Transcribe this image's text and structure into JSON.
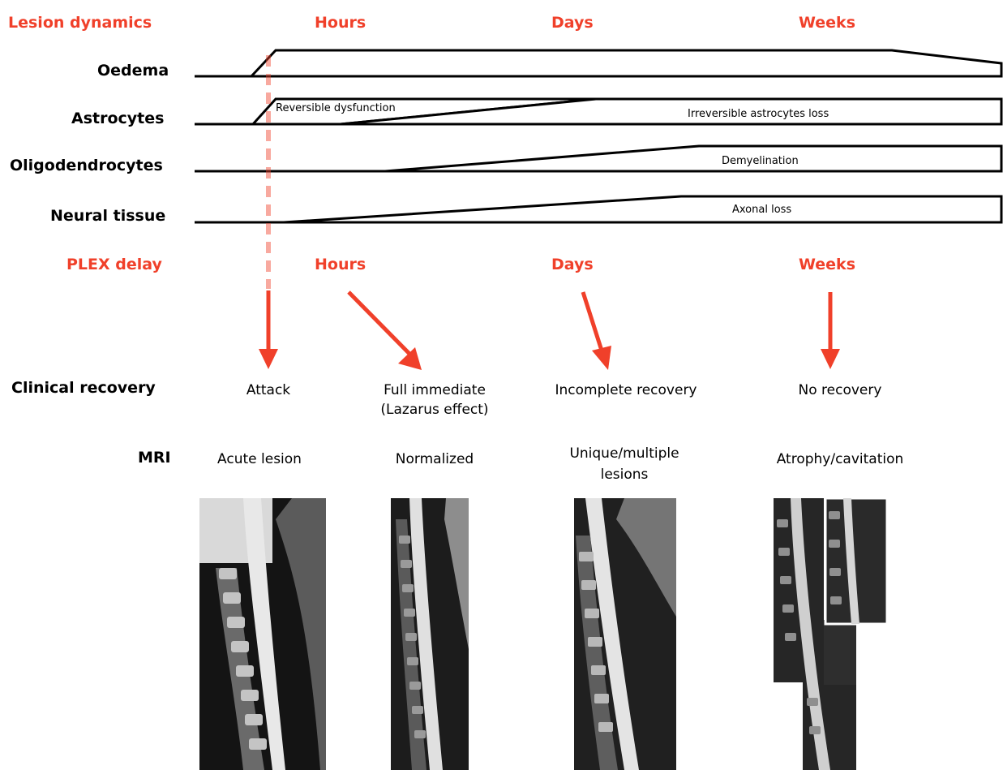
{
  "header": {
    "section_label": "Lesion dynamics",
    "scale_hours": "Hours",
    "scale_days": "Days",
    "scale_weeks": "Weeks"
  },
  "rows": [
    {
      "label": "Oedema",
      "band_text": ""
    },
    {
      "label": "Astrocytes",
      "band_text": "Reversible dysfunction",
      "band_text_2": "Irreversible astrocytes loss"
    },
    {
      "label": "Oligodendrocytes",
      "band_text": "Demyelination"
    },
    {
      "label": "Neural tissue",
      "band_text": "Axonal loss"
    }
  ],
  "plex": {
    "label": "PLEX delay",
    "hours": "Hours",
    "days": "Days",
    "weeks": "Weeks"
  },
  "clinical": {
    "label": "Clinical recovery",
    "attack": "Attack",
    "full_line1": "Full immediate",
    "full_line2": "(Lazarus effect)",
    "incomplete": "Incomplete recovery",
    "none": "No recovery"
  },
  "mri": {
    "label": "MRI",
    "acute": "Acute lesion",
    "normalized": "Normalized",
    "multiple_line1": "Unique/multiple",
    "multiple_line2": "lesions",
    "atrophy": "Atrophy/cavitation"
  },
  "colors": {
    "accent": "#f0402a",
    "ink": "#000000"
  },
  "images": [
    "mri-acute-lesion-image",
    "mri-normalized-image",
    "mri-multiple-lesions-image",
    "mri-atrophy-image"
  ]
}
